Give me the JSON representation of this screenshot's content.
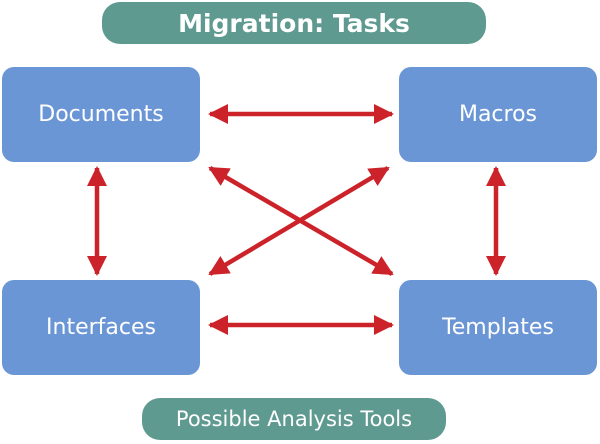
{
  "title": "Migration: Tasks",
  "footer": "Possible Analysis Tools",
  "nodes": {
    "documents": "Documents",
    "macros": "Macros",
    "interfaces": "Interfaces",
    "templates": "Templates"
  },
  "colors": {
    "pill": "#5f9a91",
    "node": "#6b96d6",
    "arrow": "#cc2229"
  }
}
